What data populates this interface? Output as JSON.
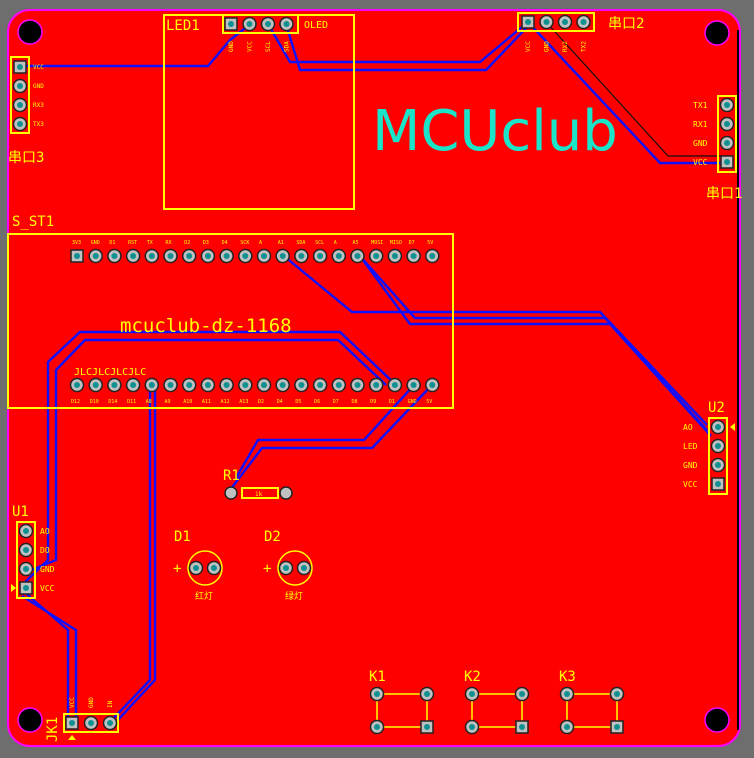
{
  "logo": "MCUclub",
  "board_title": "mcuclub-dz-1168",
  "jlc_mark": "JLCJLCJLCJLC",
  "colors": {
    "board": "#ff0000",
    "silk": "#ffff00",
    "trace": "#1010ff",
    "outline": "#ff00ff",
    "logo": "#19e6c8"
  },
  "components": {
    "led1": {
      "ref": "LED1",
      "name": "OLED",
      "pins": [
        "GND",
        "VCC",
        "SCL",
        "SDA"
      ]
    },
    "uart3": {
      "ref": "串口3",
      "pins": [
        "VCC",
        "GND",
        "RX3",
        "TX3"
      ]
    },
    "uart2": {
      "ref": "串口2",
      "pins": [
        "VCC",
        "GND",
        "RX2",
        "TX2"
      ]
    },
    "uart1": {
      "ref": "串口1",
      "pins": [
        "TX1",
        "RX1",
        "GND",
        "VCC"
      ]
    },
    "s_st1": {
      "ref": "S_ST1",
      "top_pins": [
        "3V3",
        "GND",
        "D1",
        "RST",
        "TX",
        "RX",
        "D2",
        "D3",
        "D4",
        "SCK",
        "A",
        "A1",
        "SDA",
        "SCL",
        "A",
        "A5",
        "MOSI",
        "MISO",
        "D7",
        "5V"
      ],
      "bottom_pins": [
        "D12",
        "D10",
        "D14",
        "D11",
        "A8",
        "A9",
        "A10",
        "A11",
        "A12",
        "A13",
        "D2",
        "D4",
        "D5",
        "D6",
        "D7",
        "D8",
        "D9",
        "D1",
        "GND",
        "5V"
      ]
    },
    "u1": {
      "ref": "U1",
      "pins": [
        "AO",
        "DO",
        "GND",
        "VCC"
      ]
    },
    "u2": {
      "ref": "U2",
      "pins": [
        "AO",
        "LED",
        "GND",
        "VCC"
      ]
    },
    "r1": {
      "ref": "R1",
      "value": "1k"
    },
    "d1": {
      "ref": "D1",
      "label": "红灯",
      "polarity": "+"
    },
    "d2": {
      "ref": "D2",
      "label": "绿灯",
      "polarity": "+"
    },
    "jk1": {
      "ref": "JK1",
      "pins": [
        "VCC",
        "GND",
        "IN"
      ]
    },
    "k1": {
      "ref": "K1"
    },
    "k2": {
      "ref": "K2"
    },
    "k3": {
      "ref": "K3"
    }
  }
}
